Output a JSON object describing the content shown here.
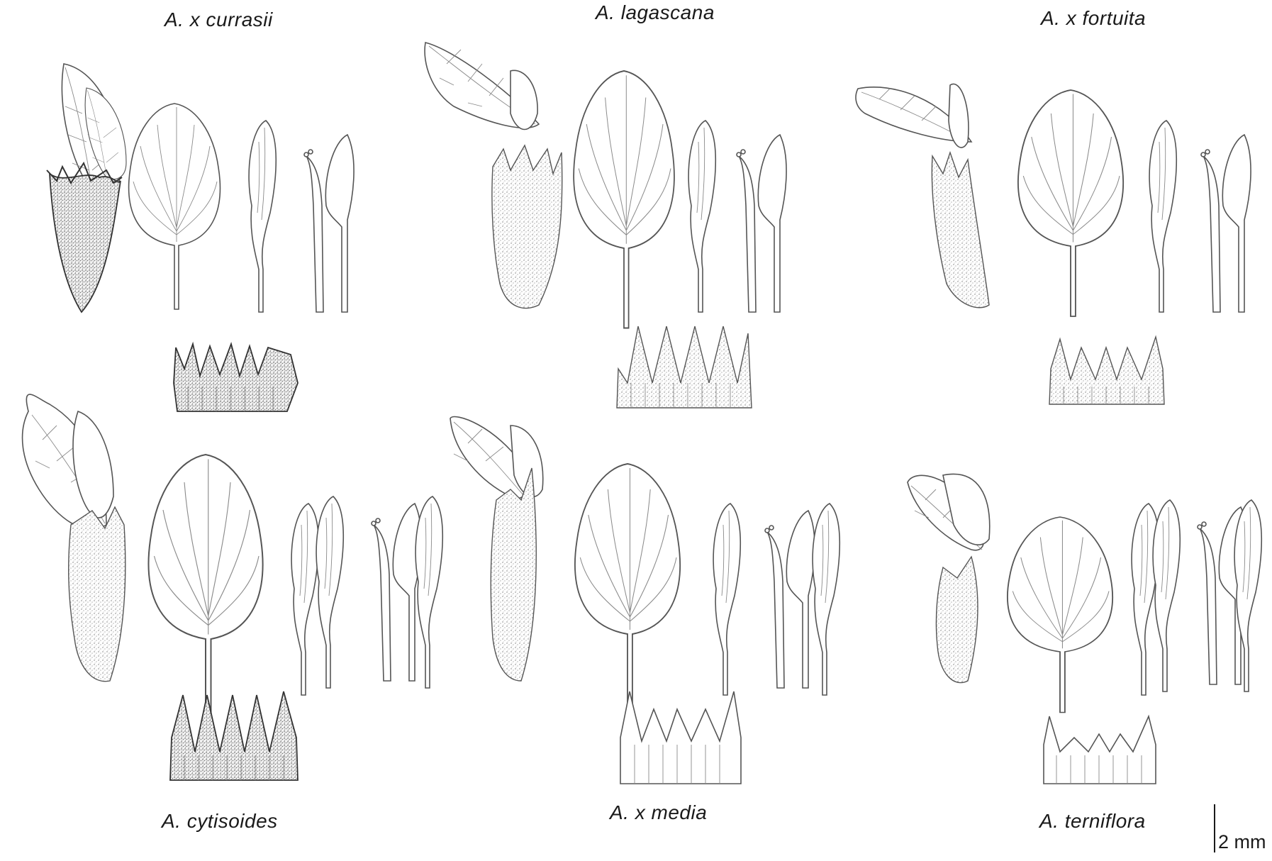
{
  "species": [
    {
      "id": "currasii",
      "name": "A. x currasii"
    },
    {
      "id": "lagascana",
      "name": "A. lagascana"
    },
    {
      "id": "fortuita",
      "name": "A. x fortuita"
    },
    {
      "id": "cytisoides",
      "name": "A. cytisoides"
    },
    {
      "id": "media",
      "name": "A. x media"
    },
    {
      "id": "terniflora",
      "name": "A. terniflora"
    }
  ],
  "scale_bar": {
    "label": "2 mm"
  },
  "colors": {
    "line": "#555555",
    "stipple": "#666666",
    "background": "#ffffff"
  }
}
